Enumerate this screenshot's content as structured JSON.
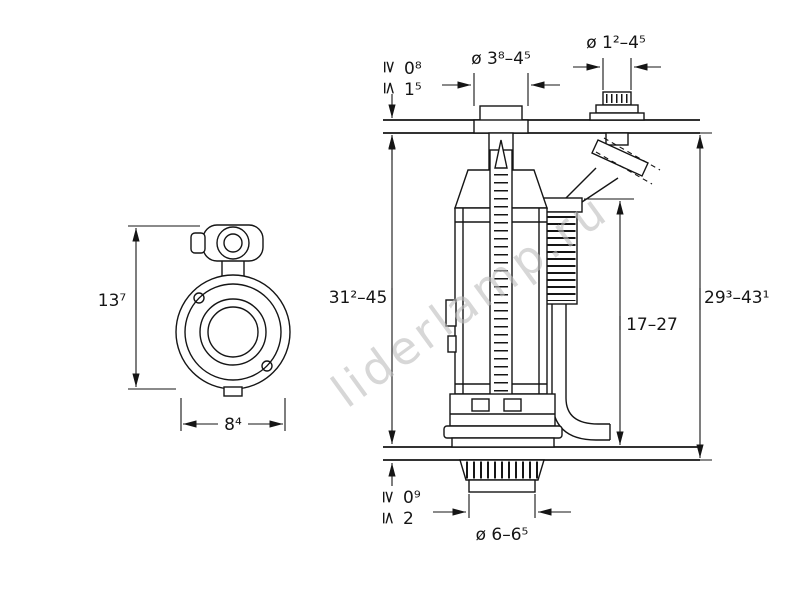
{
  "watermark": {
    "text": "liderlamp.ru"
  },
  "colors": {
    "line": "#151515",
    "background": "#ffffff",
    "watermark": "#bdbdbd"
  },
  "left_view": {
    "height_label": "13⁷",
    "width_label": "8⁴"
  },
  "main_view": {
    "lid_thickness": {
      "row1_symbol": "≥",
      "row1_value": "0⁸",
      "row2_symbol": "≤",
      "row2_value": "1⁵"
    },
    "button_diameter_label": "ø 3⁸–4⁵",
    "fill_cap_diameter_label": "ø 1²–4⁵",
    "tank_interior_height_label": "31²–45",
    "fill_valve_height_label": "17–27",
    "overall_height_label": "29³–43¹",
    "base_thickness": {
      "row1_symbol": "≥",
      "row1_value": "0⁹",
      "row2_symbol": "≤",
      "row2_value": "2"
    },
    "outlet_diameter_label": "ø 6–6⁵"
  }
}
